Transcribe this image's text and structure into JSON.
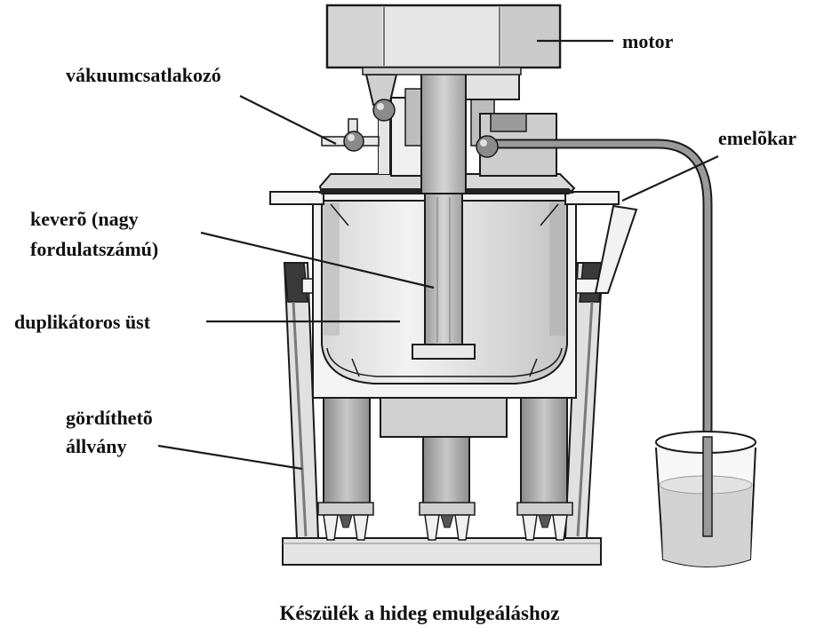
{
  "labels": {
    "motor": "motor",
    "vacuum": "vákuumcsatlakozó",
    "lift_arm": "emelõkar",
    "mixer_line1": "keverõ (nagy",
    "mixer_line2": "fordulatszámú)",
    "kettle": "duplikátoros üst",
    "stand_line1": "gördíthetõ",
    "stand_line2": "állvány"
  },
  "caption": "Készülék a hideg emulgeáláshoz",
  "colors": {
    "outline": "#1a1a1a",
    "light_fill": "#e2e2e2",
    "mid_fill": "#b4b4b4",
    "dark_fill": "#7a7a7a",
    "background": "#ffffff"
  }
}
